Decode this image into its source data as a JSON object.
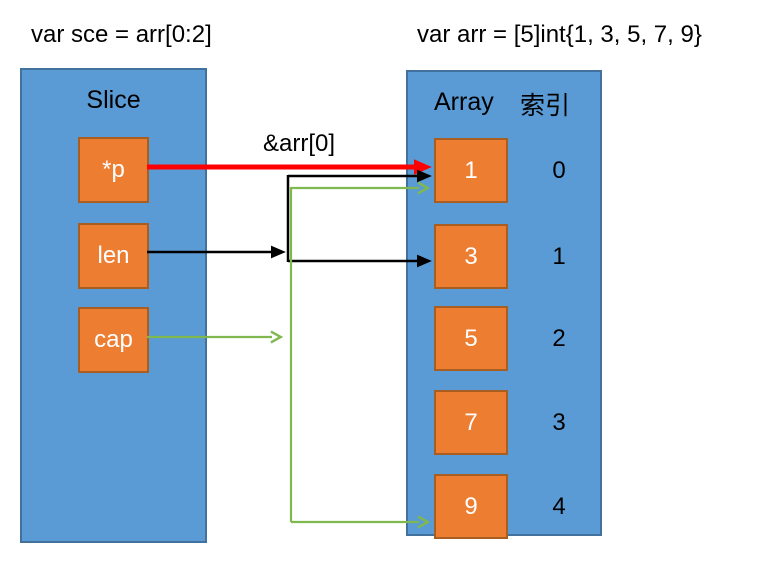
{
  "titles": {
    "left": "var sce = arr[0:2]",
    "right": "var arr = [5]int{1, 3, 5, 7, 9}"
  },
  "slice": {
    "title": "Slice",
    "fields": [
      {
        "label": "*p"
      },
      {
        "label": "len"
      },
      {
        "label": "cap"
      }
    ]
  },
  "array": {
    "title": "Array",
    "index_header": "索引",
    "elements": [
      {
        "value": "1",
        "index": "0"
      },
      {
        "value": "3",
        "index": "1"
      },
      {
        "value": "5",
        "index": "2"
      },
      {
        "value": "7",
        "index": "3"
      },
      {
        "value": "9",
        "index": "4"
      }
    ]
  },
  "labels": {
    "pointer": "&arr[0]"
  },
  "arrows": [
    {
      "from": "*p",
      "to": "arr[0]",
      "color": "red",
      "label": "&arr[0]"
    },
    {
      "from": "len",
      "to": "arr[0]..arr[1]",
      "color": "black",
      "label": ""
    },
    {
      "from": "cap",
      "to": "arr[0]..arr[4]",
      "color": "green",
      "label": ""
    }
  ],
  "colors": {
    "panel_blue": "#5b9bd5",
    "panel_border": "#41719c",
    "cell_orange": "#ed7d31",
    "cell_border": "#a85e21",
    "arrow_red": "#ff0000",
    "arrow_black": "#000000",
    "arrow_green": "#7eb84e"
  }
}
